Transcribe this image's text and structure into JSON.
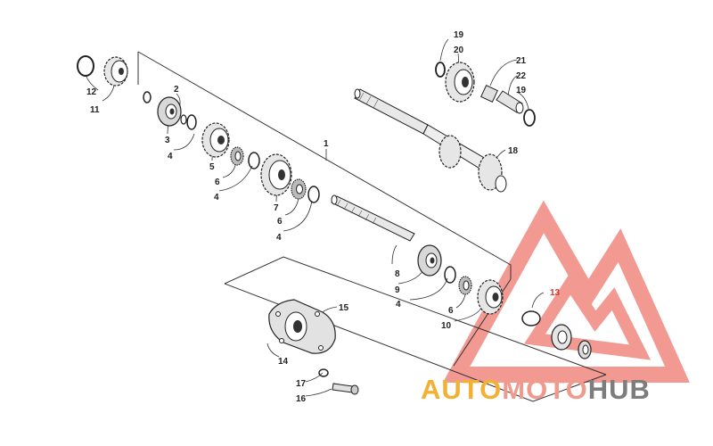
{
  "diagram": {
    "callouts": {
      "c1": "1",
      "c2": "2",
      "c3": "3",
      "c4a": "4",
      "c4b": "4",
      "c4c": "4",
      "c4d": "4",
      "c5": "5",
      "c6a": "6",
      "c6b": "6",
      "c6c": "6",
      "c7": "7",
      "c8": "8",
      "c9": "9",
      "c10": "10",
      "c11": "11",
      "c12": "12",
      "c13": "13",
      "c14": "14",
      "c15": "15",
      "c16": "16",
      "c17": "17",
      "c18": "18",
      "c19a": "19",
      "c19b": "19",
      "c20": "20",
      "c21": "21",
      "c22": "22"
    }
  },
  "watermark": {
    "word_part1": "AUTO",
    "word_part2": "MOTO",
    "word_part3": "HUB",
    "color_part1": "#f2b134",
    "color_part2": "#f09a8c",
    "color_part3": "#7d7d7d",
    "logo_color": "#e8463a"
  }
}
